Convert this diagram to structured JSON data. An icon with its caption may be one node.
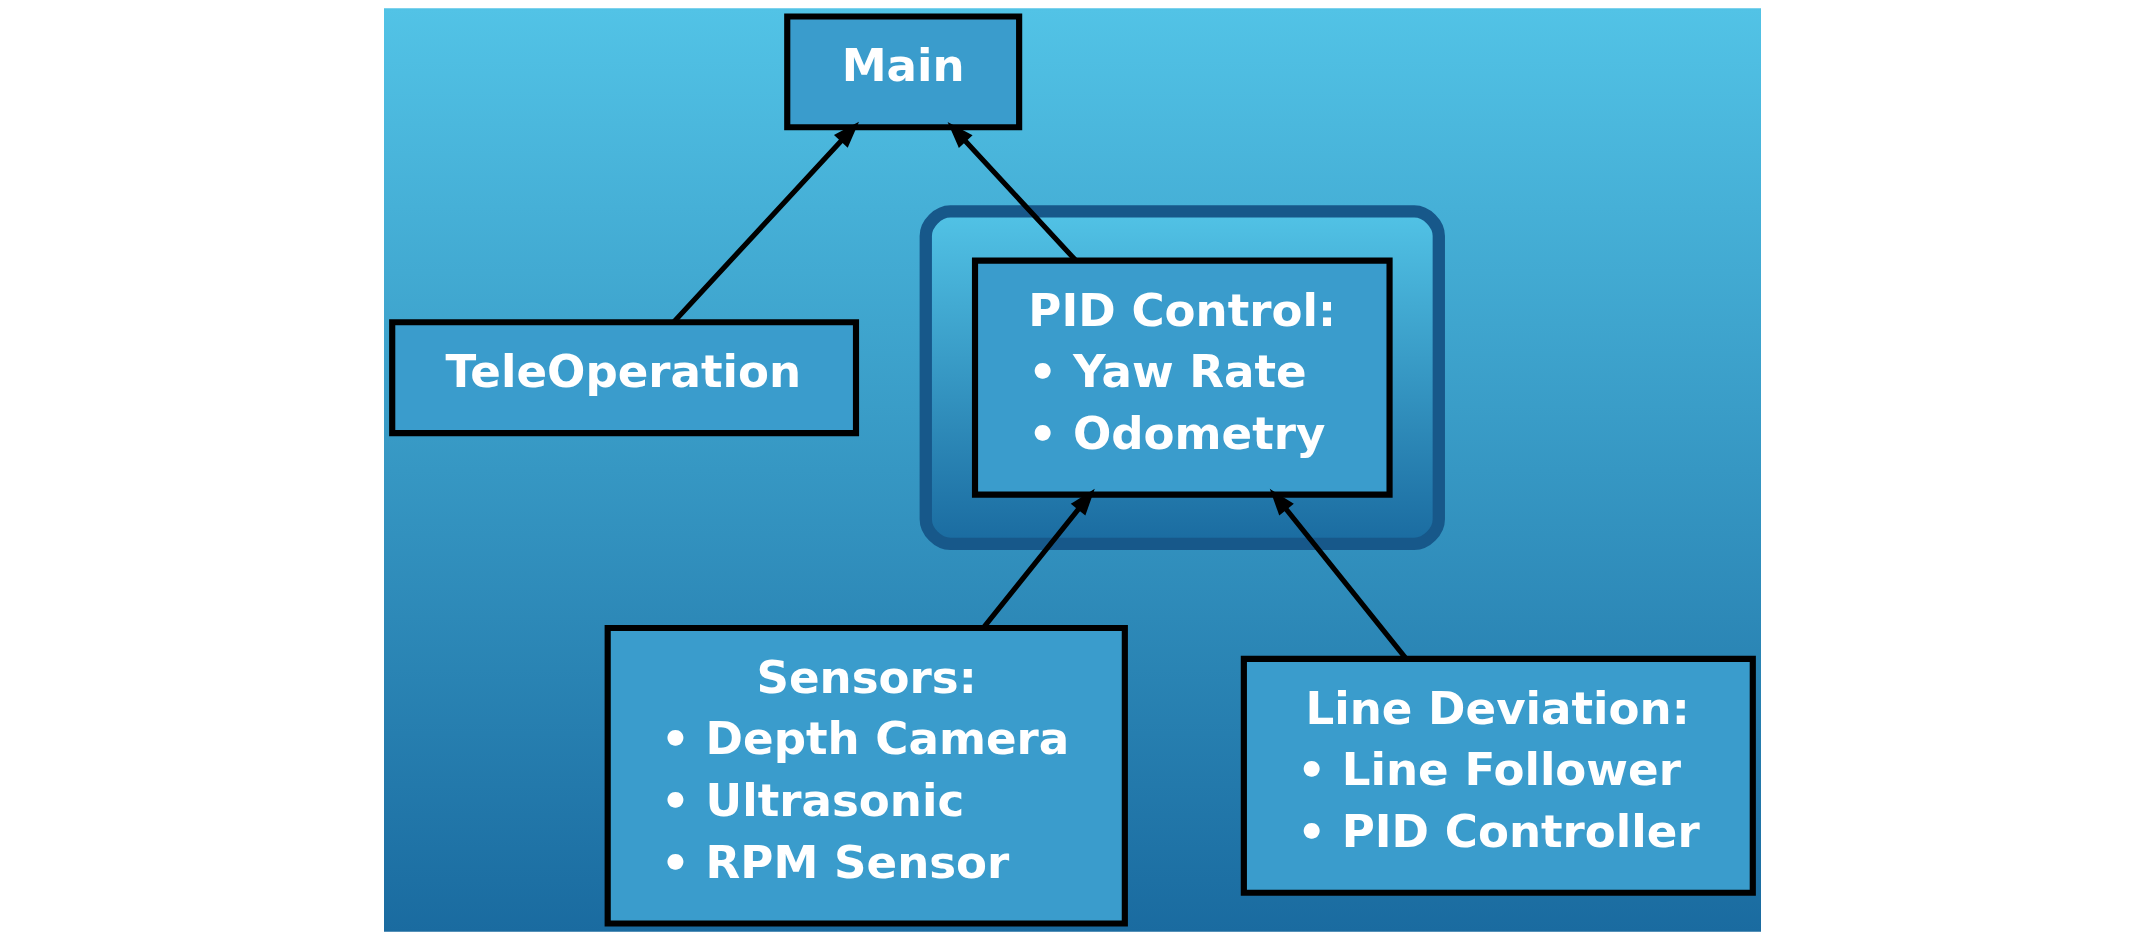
{
  "diagram": {
    "nodes": [
      {
        "text": [
          "Main"
        ]
      },
      {
        "text": [
          "Sensors:",
          "• Depth Camera",
          "• Ultrasonic",
          "• RPM Sensor"
        ]
      },
      {
        "text": [
          "TeleOperation"
        ]
      },
      {
        "text": [],
        "shape": "ellipse"
      },
      {
        "text": [
          "PID Control:",
          "• Yaw Rate",
          "• Odometry"
        ],
        "in": 3
      },
      {
        "text": [
          "Line Deviation:",
          "• Line Follower",
          "• PID Controller"
        ]
      }
    ],
    "edges": [
      {
        "from": 4,
        "to": 0,
        "arrow": "to"
      },
      {
        "from": 2,
        "to": 0,
        "arrow": "to"
      },
      {
        "from": 5,
        "to": 4,
        "arrow": "to"
      },
      {
        "from": 1,
        "to": 4,
        "arrow": "to"
      }
    ]
  }
}
